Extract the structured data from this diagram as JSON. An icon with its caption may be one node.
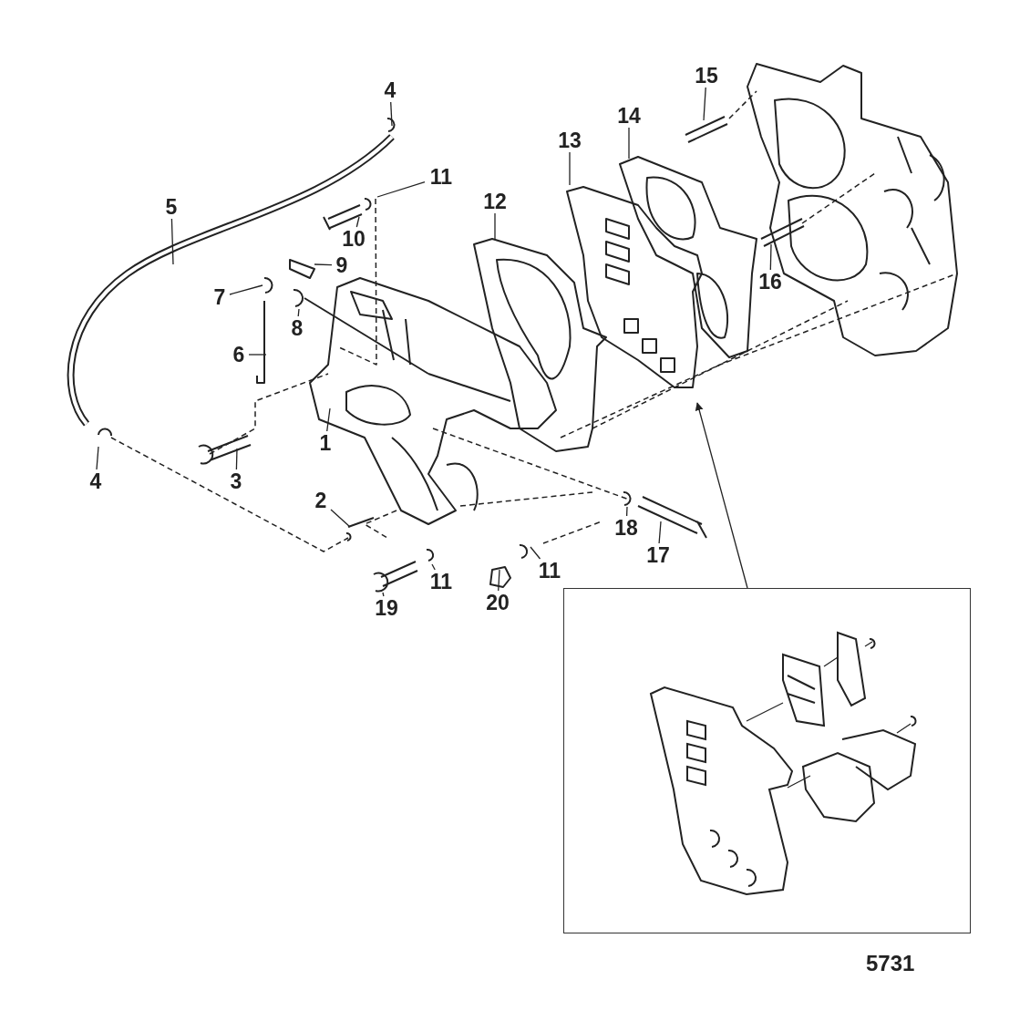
{
  "diagram": {
    "nodes": [
      {
        "text": [
          "4"
        ]
      },
      {
        "text": [
          "15"
        ]
      },
      {
        "text": [
          "14"
        ]
      },
      {
        "text": [
          "13"
        ]
      },
      {
        "text": [
          "11"
        ]
      },
      {
        "text": [
          "12"
        ]
      },
      {
        "text": [
          "5"
        ]
      },
      {
        "text": [
          "10"
        ]
      },
      {
        "text": [
          "9"
        ]
      },
      {
        "text": [
          "7"
        ]
      },
      {
        "text": [
          "16"
        ]
      },
      {
        "text": [
          "8"
        ]
      },
      {
        "text": [
          "6"
        ]
      },
      {
        "text": [
          "1"
        ]
      },
      {
        "text": [
          "4"
        ]
      },
      {
        "text": [
          "3"
        ]
      },
      {
        "text": [
          "2"
        ]
      },
      {
        "text": [
          "18"
        ]
      },
      {
        "text": [
          "17"
        ]
      },
      {
        "text": [
          "11"
        ]
      },
      {
        "text": [
          "11"
        ]
      },
      {
        "text": [
          "20"
        ]
      },
      {
        "text": [
          "19"
        ]
      },
      {
        "text": [],
        "shape": "box"
      }
    ],
    "edges": [
      {
        "from": 0,
        "to": null,
        "arrow": "none"
      },
      {
        "from": 1,
        "to": null,
        "arrow": "none"
      },
      {
        "from": 2,
        "to": null,
        "arrow": "none"
      },
      {
        "from": 3,
        "to": null,
        "arrow": "none"
      },
      {
        "from": 4,
        "to": null,
        "arrow": "none"
      },
      {
        "from": 5,
        "to": null,
        "arrow": "none"
      },
      {
        "from": 6,
        "to": null,
        "arrow": "none"
      },
      {
        "from": 7,
        "to": null,
        "arrow": "none"
      },
      {
        "from": 8,
        "to": null,
        "arrow": "none"
      },
      {
        "from": 9,
        "to": null,
        "arrow": "none"
      },
      {
        "from": 10,
        "to": null,
        "arrow": "none"
      },
      {
        "from": 11,
        "to": null,
        "arrow": "none"
      },
      {
        "from": 12,
        "to": null,
        "arrow": "none"
      },
      {
        "from": 13,
        "to": null,
        "arrow": "none"
      },
      {
        "from": 14,
        "to": null,
        "arrow": "none"
      },
      {
        "from": 15,
        "to": null,
        "arrow": "none"
      },
      {
        "from": 16,
        "to": null,
        "arrow": "none"
      },
      {
        "from": 17,
        "to": null,
        "arrow": "none"
      },
      {
        "from": 18,
        "to": null,
        "arrow": "none"
      },
      {
        "from": 19,
        "to": null,
        "arrow": "none"
      },
      {
        "from": 20,
        "to": null,
        "arrow": "none"
      },
      {
        "from": 21,
        "to": null,
        "arrow": "none"
      },
      {
        "from": 22,
        "to": null,
        "arrow": "none"
      },
      {
        "from": 23,
        "to": null,
        "arrow": "to"
      }
    ],
    "labels": [
      "5731"
    ]
  }
}
